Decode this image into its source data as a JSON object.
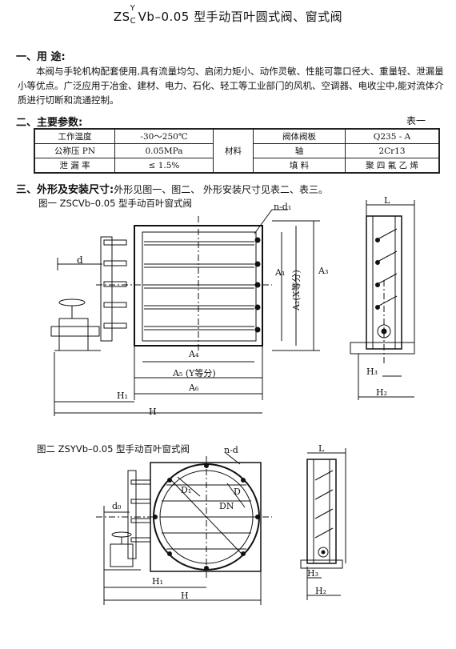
{
  "title": {
    "prefix": "ZS",
    "sup": "Y",
    "sub": "C",
    "rest": "Vb–0.05 型手动百叶圆式阀、窗式阀"
  },
  "section1": {
    "heading": "一、用  途:",
    "text": "本阀与手轮机构配套使用,具有流量均匀、启闭力矩小、动作灵敏、性能可靠口径大、重量轻、泄漏量小等优点。广泛应用于冶金、建材、电力、石化、轻工等工业部门的风机、空调器、电收尘中,能对流体介质进行切断和流通控制。"
  },
  "section2": {
    "heading": "二、主要参数:",
    "table_label": "表一"
  },
  "params_table": {
    "rows": [
      {
        "k": "工作温度",
        "v": "-30～250℃",
        "k2": "阀体阀板",
        "v2": "Q235 - A"
      },
      {
        "k": "公称压 PN",
        "v": "0.05MPa",
        "k2": "轴",
        "v2": "2Cr13"
      },
      {
        "k": "泄 漏 率",
        "v": "≤ 1.5%",
        "k2": "填  料",
        "v2": "聚 四 氟 乙 烯"
      }
    ],
    "mid_label": "材料"
  },
  "section3": {
    "heading": "三、外形及安装尺寸:",
    "text": "外形见图一、图二、 外形安装尺寸见表二、表三。"
  },
  "fig1": {
    "caption": "图一  ZSCVb–0.05 型手动百叶窗式阀",
    "labels": {
      "nd": "n-d₁",
      "d": "d",
      "A1": "A₁",
      "A2": "A₂(X等分)",
      "A3": "A₃",
      "A4": "A₄",
      "A5": "A₅ (Y等分)",
      "A6": "A₆",
      "H1": "H₁",
      "H": "H",
      "L": "L",
      "H3": "H₃",
      "H2": "H₂"
    }
  },
  "fig2": {
    "caption": "图二   ZSYVb–0.05 型手动百叶窗式阀",
    "labels": {
      "nd": "n-d",
      "d0": "d₀",
      "D1": "D₁",
      "D": "D",
      "DN": "DN",
      "H1": "H₁",
      "H": "H",
      "L": "L",
      "H3": "H₃",
      "H2": "H₂"
    }
  }
}
